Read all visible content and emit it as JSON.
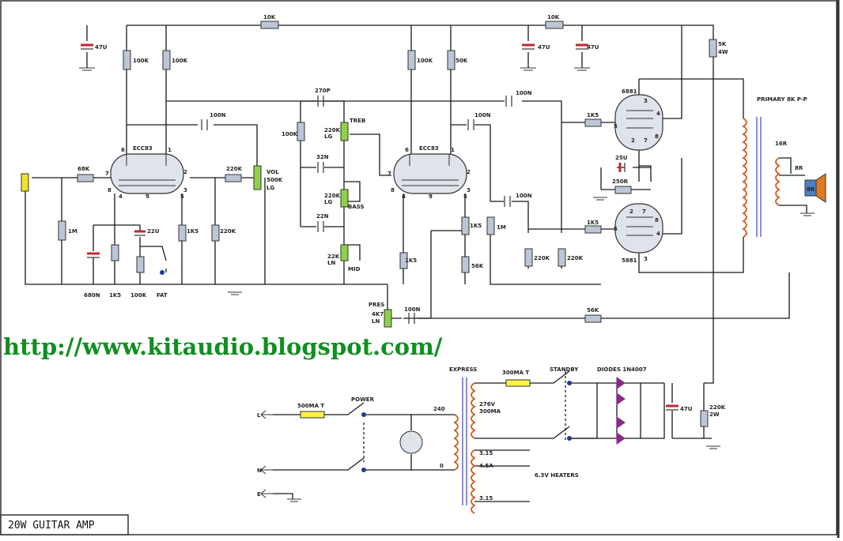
{
  "url": "http://www.kitaudio.blogspot.com/",
  "title": "20W GUITAR AMP",
  "labels": {
    "r_top1": "10K",
    "r_top2": "10K",
    "c_47u_1": "47U",
    "c_47u_2": "47U",
    "c_47u_3": "47U",
    "r_5k": "5K",
    "r_5k_w": "4W",
    "r_100k_a": "100K",
    "r_100k_b": "100K",
    "r_100k_c": "100K",
    "r_50k": "50K",
    "c_270p": "270P",
    "c_100n_a": "100N",
    "c_100n_b": "100N",
    "c_100n_c": "100N",
    "c_100n_d": "100N",
    "c_100n_e": "100N",
    "tube1": "ECC83",
    "tube2": "ECC83",
    "tube3": "6881",
    "tube4": "5881",
    "p_treb": "TREB",
    "p_treb_v": "220K",
    "p_treb_t": "LG",
    "p_bass": "BASS",
    "p_bass_v": "220K",
    "p_bass_t": "LG",
    "p_mid": "MID",
    "p_mid_v": "22K",
    "p_mid_t": "LN",
    "p_vol": "VOL",
    "p_vol_v": "500K",
    "p_vol_t": "LG",
    "r_68k": "68K",
    "r_1m_a": "1M",
    "r_1m_b": "1M",
    "r_100k_d": "100K",
    "c_32n": "32N",
    "c_22n": "22N",
    "r_220k_a": "220K",
    "r_220k_b": "220K",
    "r_220k_c": "220K",
    "r_220k_d": "220K",
    "r_1k5_a": "1K5",
    "r_1k5_b": "1K5",
    "r_1k5_c": "1K5",
    "r_1k5_d": "1K5",
    "r_1k5_e": "1K5",
    "r_1k5_f": "1K5",
    "c_22u": "22U",
    "c_680n": "680N",
    "r_1k5_bot": "1K5",
    "r_100k_bot": "100K",
    "sw_fat": "FAT",
    "r_56k": "56K",
    "c_25u": "25U",
    "r_250r": "250R",
    "p_pres": "PRES",
    "p_pres_v": "4K7",
    "p_pres_t": "LN",
    "c_100n_f": "100N",
    "r_56k_fb": "56K",
    "pins_t1": [
      "6",
      "1",
      "2",
      "7",
      "8",
      "3",
      "4",
      "9",
      "5"
    ],
    "pins_t2": [
      "6",
      "1",
      "2",
      "7",
      "8",
      "3",
      "4",
      "9",
      "5"
    ],
    "pins_t3": [
      "3",
      "4",
      "5",
      "2",
      "7",
      "8"
    ],
    "pins_t4": [
      "2",
      "7",
      "8",
      "4",
      "5",
      "3"
    ],
    "primary": "PRIMARY 8K P-P",
    "sec_16r": "16R",
    "sec_8r": "8R",
    "spk": "8R",
    "express": "EXPRESS",
    "fuse1": "300MA T",
    "standby": "STANDBY",
    "diodes": "DIODES 1N4007",
    "sec_276": "276V",
    "sec_300ma": "300MA",
    "c_47u_4": "47U",
    "r_220k_bl": "220K",
    "r_220k_bl_w": "2W",
    "h_315a": "3.15",
    "h_45a": "4.5A",
    "h_315b": "3.15",
    "heaters": "6.3V HEATERS",
    "fuse2": "500MA T",
    "power": "POWER",
    "v240": "240",
    "v0": "0",
    "in_l": "L",
    "in_n": "N",
    "in_e": "E"
  }
}
